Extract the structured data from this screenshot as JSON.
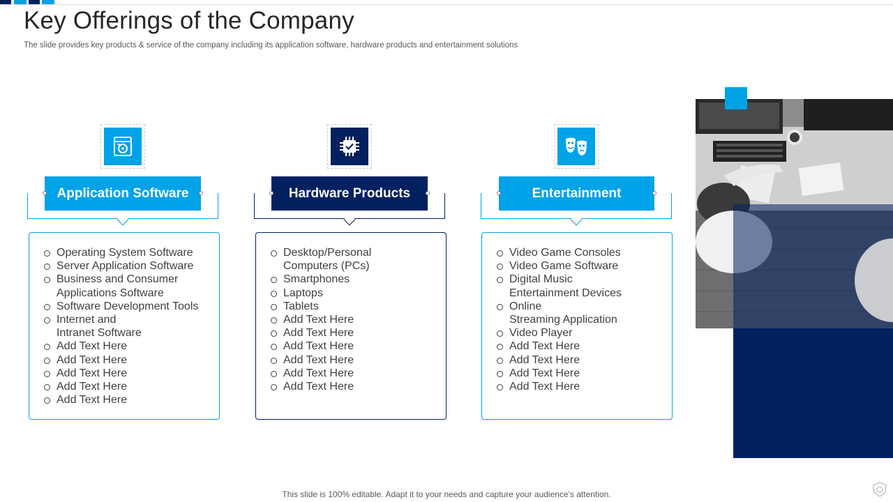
{
  "header": {
    "title": "Key Offerings of the Company",
    "subtitle": "The slide provides key products & service of the company including its application software, hardware products and entertainment solutions"
  },
  "colors": {
    "light_blue": "#00a2e8",
    "navy": "#002060"
  },
  "columns": [
    {
      "label": "Application Software",
      "icon": "software-installer-icon",
      "items": [
        [
          "Operating System Software"
        ],
        [
          "Server Application Software"
        ],
        [
          "Business and Consumer",
          "Applications Software"
        ],
        [
          "Software Development Tools"
        ],
        [
          "Internet  and",
          "Intranet  Software"
        ],
        [
          "Add Text Here"
        ],
        [
          "Add Text Here"
        ],
        [
          "Add Text Here"
        ],
        [
          "Add Text Here"
        ],
        [
          "Add Text Here"
        ]
      ]
    },
    {
      "label": "Hardware Products",
      "icon": "microchip-icon",
      "items": [
        [
          "Desktop/Personal",
          "Computers (PCs)"
        ],
        [
          "Smartphones"
        ],
        [
          "Laptops"
        ],
        [
          "Tablets"
        ],
        [
          "Add Text Here"
        ],
        [
          "Add Text Here"
        ],
        [
          "Add Text Here"
        ],
        [
          "Add Text Here"
        ],
        [
          "Add Text Here"
        ],
        [
          "Add Text Here"
        ]
      ]
    },
    {
      "label": "Entertainment",
      "icon": "theater-masks-icon",
      "items": [
        [
          "Video Game Consoles"
        ],
        [
          "Video Game Software"
        ],
        [
          "Digital Music",
          "Entertainment Devices"
        ],
        [
          "Online",
          "Streaming Application"
        ],
        [
          "Video Player"
        ],
        [
          "Add Text Here"
        ],
        [
          "Add Text Here"
        ],
        [
          "Add Text Here"
        ],
        [
          "Add Text Here"
        ]
      ]
    }
  ],
  "footer": {
    "note": "This slide is 100% editable. Adapt it to your needs and capture your audience's attention."
  }
}
